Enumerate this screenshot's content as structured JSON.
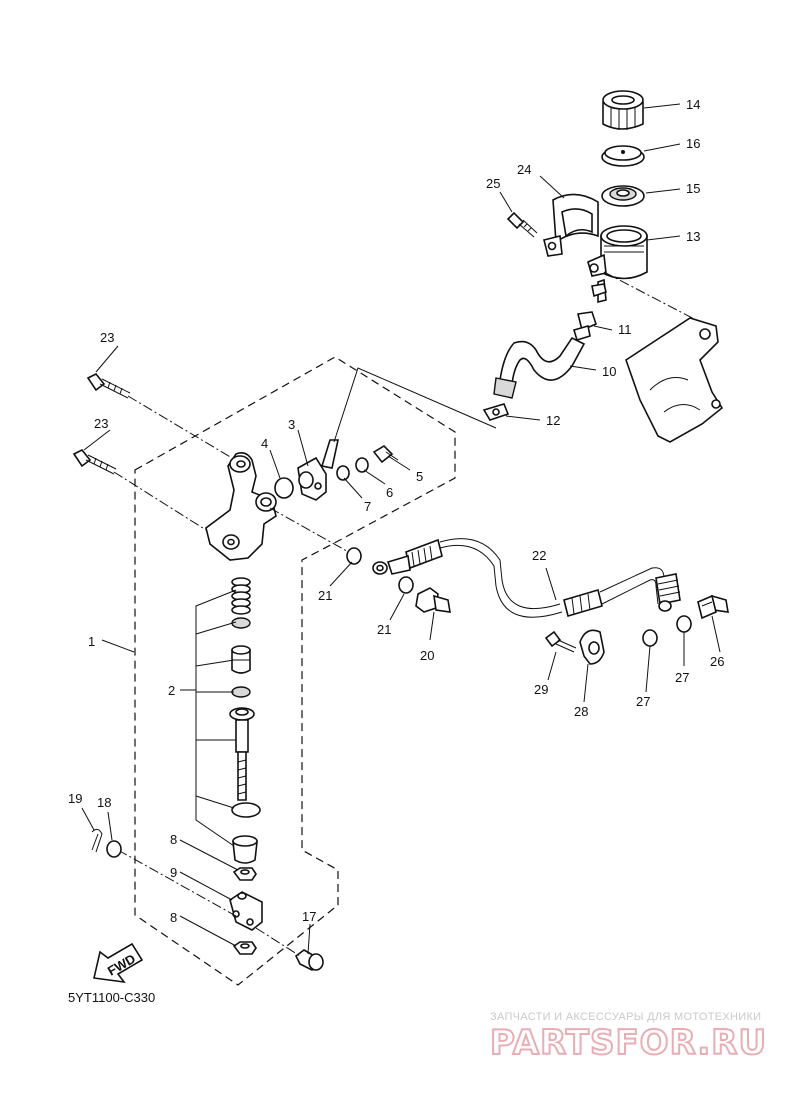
{
  "diagram": {
    "drawing_code": "5YT1100-C330",
    "fwd_label": "FWD",
    "callouts": [
      "1",
      "2",
      "3",
      "4",
      "5",
      "6",
      "7",
      "8",
      "8",
      "9",
      "10",
      "11",
      "12",
      "13",
      "14",
      "15",
      "16",
      "17",
      "18",
      "19",
      "20",
      "21",
      "21",
      "22",
      "23",
      "23",
      "24",
      "25",
      "26",
      "27",
      "27",
      "28",
      "29"
    ]
  },
  "watermark": {
    "tagline": "ЗАПЧАСТИ И АКСЕССУАРЫ ДЛЯ МОТОТЕХНИКИ",
    "logo": "PARTSFOR.RU",
    "color": "#e8aeb4"
  }
}
